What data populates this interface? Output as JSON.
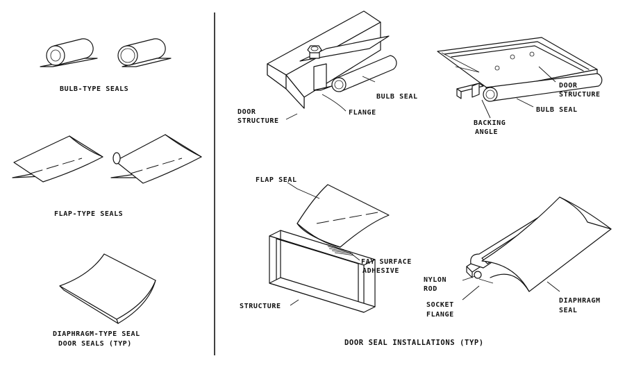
{
  "left_panel": {
    "bulb_caption": "BULB-TYPE SEALS",
    "flap_caption": "FLAP-TYPE SEALS",
    "diaphragm_caption_line1": "DIAPHRAGM-TYPE SEAL",
    "diaphragm_caption_line2": "DOOR SEALS (TYP)"
  },
  "right_panel": {
    "bulb_install_1": {
      "door_structure_line1": "DOOR",
      "door_structure_line2": "STRUCTURE",
      "flange": "FLANGE",
      "bulb_seal": "BULB SEAL"
    },
    "bulb_install_2": {
      "door_structure_line1": "DOOR",
      "door_structure_line2": "STRUCTURE",
      "bulb_seal": "BULB SEAL",
      "backing_angle_line1": "BACKING",
      "backing_angle_line2": "ANGLE"
    },
    "flap_install": {
      "flap_seal": "FLAP SEAL",
      "fay_surface_line1": "FAY SURFACE",
      "fay_surface_line2": "ADHESIVE",
      "structure": "STRUCTURE"
    },
    "diaphragm_install": {
      "nylon_rod_line1": "NYLON",
      "nylon_rod_line2": "ROD",
      "socket_flange_line1": "SOCKET",
      "socket_flange_line2": "FLANGE",
      "diaphragm_seal_line1": "DIAPHRAGM",
      "diaphragm_seal_line2": "SEAL"
    },
    "caption": "DOOR SEAL INSTALLATIONS (TYP)"
  }
}
